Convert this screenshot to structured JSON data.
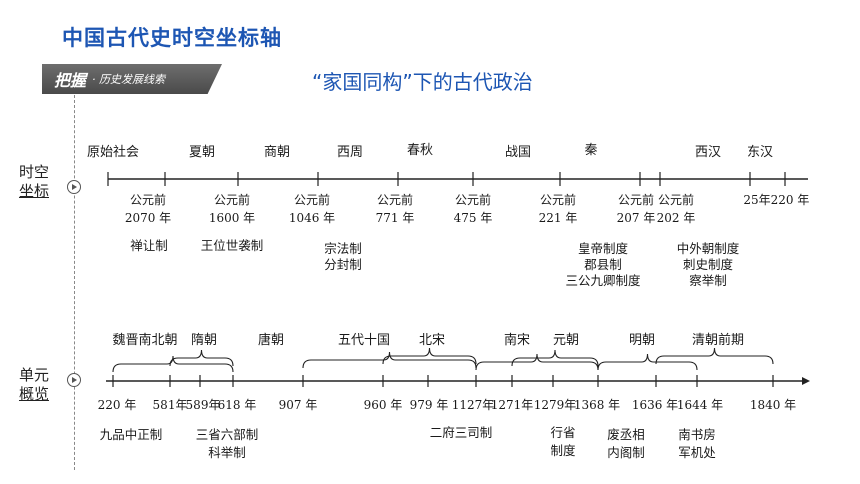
{
  "header": {
    "title": "中国古代史时空坐标轴",
    "banner_main": "把握",
    "banner_sub": "· 历史发展线索",
    "subtitle": "“家国同构”下的古代政治"
  },
  "row_labels": {
    "timeline_1": [
      "时空",
      "坐标"
    ],
    "timeline_2": [
      "单元",
      "概览"
    ]
  },
  "timeline_1": {
    "periods": [
      "原始社会",
      "夏朝",
      "商朝",
      "西周",
      "春秋",
      "战国",
      "秦",
      "西汉",
      "东汉"
    ],
    "dates": [
      [
        "公元前",
        "2070 年"
      ],
      [
        "公元前",
        "1600 年"
      ],
      [
        "公元前",
        "1046 年"
      ],
      [
        "公元前",
        "771 年"
      ],
      [
        "公元前",
        "475 年"
      ],
      [
        "公元前",
        "221 年"
      ],
      [
        "公元前",
        "207 年"
      ],
      [
        "公元前",
        "202 年"
      ],
      [
        "25年"
      ],
      [
        "220 年"
      ]
    ],
    "institutions": [
      [
        "禅让制"
      ],
      [
        "王位世袭制"
      ],
      [
        "宗法制",
        "分封制"
      ],
      [
        "皇帝制度",
        "郡县制",
        "三公九卿制度"
      ],
      [
        "中外朝制度",
        "刺史制度",
        "察举制"
      ]
    ]
  },
  "timeline_2": {
    "periods": [
      "魏晋南北朝",
      "隋朝",
      "唐朝",
      "五代十国",
      "北宋",
      "南宋",
      "元朝",
      "明朝",
      "清朝前期"
    ],
    "dates": [
      "220 年",
      "581年",
      "589年",
      "618 年",
      "907 年",
      "960 年",
      "979 年",
      "1127年",
      "1271年",
      "1279年",
      "1368 年",
      "1636 年",
      "1644 年",
      "1840 年"
    ],
    "institutions": [
      [
        "九品中正制"
      ],
      [
        "三省六部制",
        "科举制"
      ],
      [
        "二府三司制"
      ],
      [
        "行省",
        "制度"
      ],
      [
        "废丞相",
        "内阁制"
      ],
      [
        "南书房",
        "军机处"
      ]
    ]
  }
}
